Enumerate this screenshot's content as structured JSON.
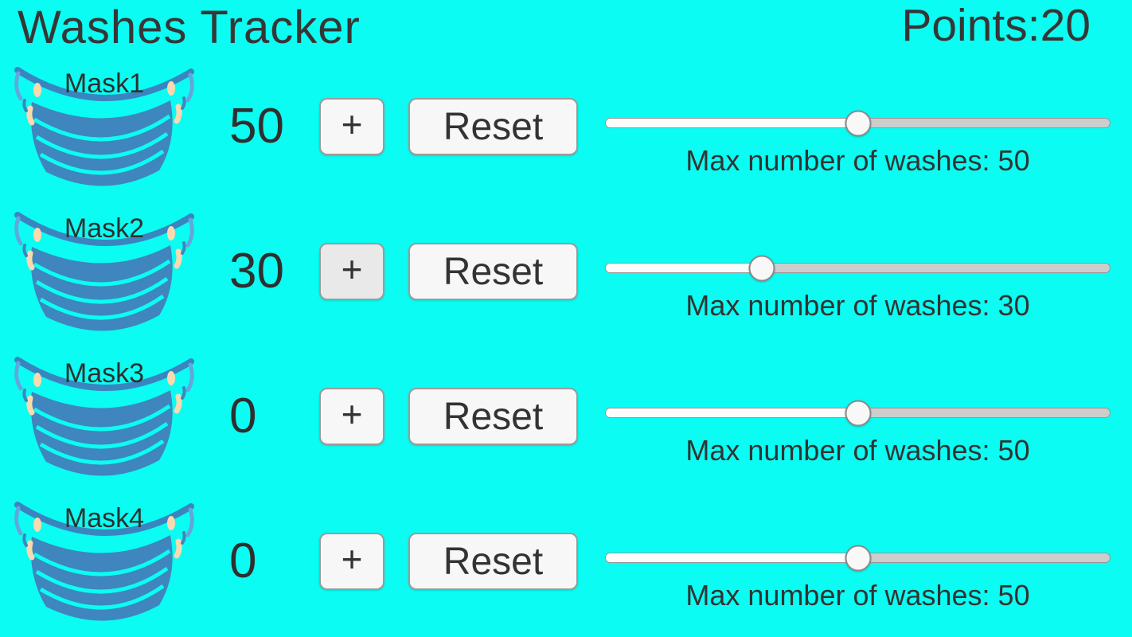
{
  "header": {
    "title": "Washes Tracker",
    "points_label": "Points:",
    "points_value": "20"
  },
  "masks": [
    {
      "name": "Mask1",
      "count": "50",
      "plus_label": "+",
      "reset_label": "Reset",
      "max_washes_label": "Max number of washes: 50",
      "slider_percent": 50,
      "plus_pressed": false
    },
    {
      "name": "Mask2",
      "count": "30",
      "plus_label": "+",
      "reset_label": "Reset",
      "max_washes_label": "Max number of washes: 30",
      "slider_percent": 31,
      "plus_pressed": true
    },
    {
      "name": "Mask3",
      "count": "0",
      "plus_label": "+",
      "reset_label": "Reset",
      "max_washes_label": "Max number of washes: 50",
      "slider_percent": 50,
      "plus_pressed": false
    },
    {
      "name": "Mask4",
      "count": "0",
      "plus_label": "+",
      "reset_label": "Reset",
      "max_washes_label": "Max number of washes: 50",
      "slider_percent": 50,
      "plus_pressed": false
    }
  ],
  "colors": {
    "background": "#0bfcf2",
    "text": "#363636",
    "mask_body": "#3e86bd",
    "mask_strap": "#3a85c0",
    "ear_loop": "#62a7dc",
    "skin": "#f9d9b0",
    "button_bg": "#f7f7f7",
    "button_pressed_bg": "#e9e9e9",
    "button_border": "#9b9b9b",
    "track_filled": "#fcfcfc",
    "track_empty": "#cdcdcd",
    "track_border": "#969696",
    "thumb": "#f8f8f8"
  }
}
